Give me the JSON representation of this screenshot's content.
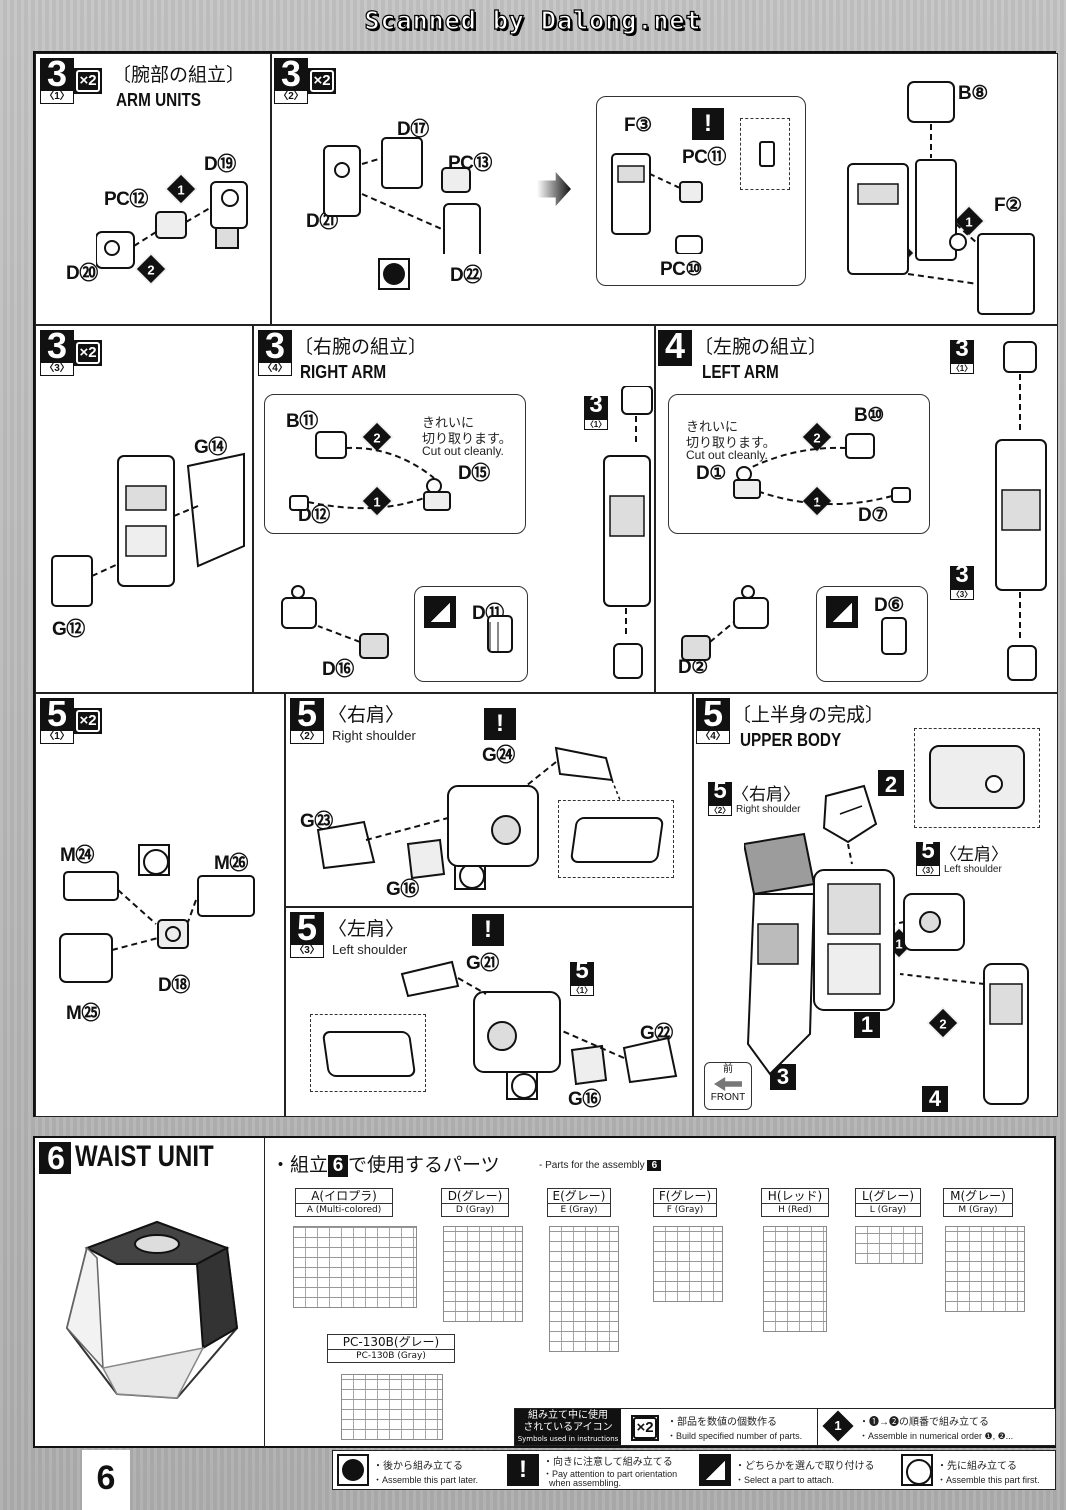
{
  "header": {
    "credit": "Scanned by Dalong.net"
  },
  "steps": {
    "s3_1": {
      "num": "3",
      "sub": "〈1〉",
      "qty": "×2",
      "jp": "〔腕部の組立〕",
      "en": "ARM UNITS",
      "parts": [
        "D⑲",
        "PC⑫",
        "D⑳"
      ]
    },
    "s3_2": {
      "num": "3",
      "sub": "〈2〉",
      "qty": "×2",
      "parts": [
        "D⑰",
        "PC⑬",
        "D㉑",
        "D㉒",
        "F③",
        "PC⑪",
        "PC⑩",
        "B⑧",
        "F②"
      ]
    },
    "s3_3": {
      "num": "3",
      "sub": "〈3〉",
      "qty": "×2",
      "parts": [
        "G⑭",
        "G⑫"
      ]
    },
    "s3_4": {
      "num": "3",
      "sub": "〈4〉",
      "jp": "〔右腕の組立〕",
      "en": "RIGHT ARM",
      "note_jp1": "きれいに",
      "note_jp2": "切り取ります。",
      "note_en": "Cut out cleanly.",
      "parts": [
        "B⑪",
        "D⑮",
        "D⑫",
        "D⑪",
        "D⑯"
      ],
      "ref": {
        "num": "3",
        "sub": "〈1〉"
      }
    },
    "s4": {
      "num": "4",
      "jp": "〔左腕の組立〕",
      "en": "LEFT ARM",
      "note_jp1": "きれいに",
      "note_jp2": "切り取ります。",
      "note_en": "Cut out cleanly.",
      "parts": [
        "B⑩",
        "D①",
        "D⑦",
        "D⑥",
        "D②"
      ],
      "ref1": {
        "num": "3",
        "sub": "〈1〉"
      },
      "ref2": {
        "num": "3",
        "sub": "〈3〉"
      }
    },
    "s5_1": {
      "num": "5",
      "sub": "〈1〉",
      "qty": "×2",
      "parts": [
        "M㉔",
        "M㉖",
        "D⑱",
        "M㉕"
      ]
    },
    "s5_2": {
      "num": "5",
      "sub": "〈2〉",
      "jp": "〈右肩〉",
      "en": "Right shoulder",
      "parts": [
        "G㉔",
        "G㉓",
        "G⑯"
      ]
    },
    "s5_3": {
      "num": "5",
      "sub": "〈3〉",
      "jp": "〈左肩〉",
      "en": "Left shoulder",
      "parts": [
        "G㉑",
        "G㉒",
        "G⑯"
      ],
      "ref": {
        "num": "5",
        "sub": "〈1〉"
      }
    },
    "s5_4": {
      "num": "5",
      "sub": "〈4〉",
      "jp": "〔上半身の完成〕",
      "en": "UPPER BODY",
      "right_ref": {
        "num": "5",
        "sub": "〈2〉",
        "jp": "〈右肩〉",
        "en": "Right shoulder"
      },
      "left_ref": {
        "num": "5",
        "sub": "〈3〉",
        "jp": "〈左肩〉",
        "en": "Left shoulder"
      },
      "callouts": [
        "2",
        "1",
        "3",
        "4"
      ],
      "front_jp": "前",
      "front_en": "FRONT"
    }
  },
  "waist": {
    "num": "6",
    "title": "WAIST UNIT",
    "parts_jp_pre": "・組立",
    "parts_jp_num": "6",
    "parts_jp_post": "で使用するパーツ",
    "parts_en": "- Parts for the assembly",
    "parts_en_num": "6",
    "runners": [
      {
        "jp": "A(イロプラ)",
        "en": "A (Multi-colored)"
      },
      {
        "jp": "D(グレー)",
        "en": "D (Gray)"
      },
      {
        "jp": "E(グレー)",
        "en": "E (Gray)"
      },
      {
        "jp": "F(グレー)",
        "en": "F (Gray)"
      },
      {
        "jp": "H(レッド)",
        "en": "H (Red)"
      },
      {
        "jp": "L(グレー)",
        "en": "L (Gray)"
      },
      {
        "jp": "M(グレー)",
        "en": "M (Gray)"
      },
      {
        "jp": "PC-130B(グレー)",
        "en": "PC-130B (Gray)"
      }
    ]
  },
  "legend": {
    "title_jp1": "組み立て中に使用",
    "title_jp2": "されているアイコン",
    "title_en": "Symbols used in instructions",
    "x2": {
      "icon": "×2",
      "jp": "・部品を数値の個数作る",
      "en": "・Build specified number of parts."
    },
    "order": {
      "jp": "・❶→❷の順番で組み立てる",
      "en": "・Assemble in numerical order ❶, ❷..."
    },
    "later": {
      "jp": "・後から組み立てる",
      "en": "・Assemble this part later."
    },
    "attention": {
      "jp": "・向きに注意して組み立てる",
      "en1": "・Pay attention to part orientation",
      "en2": "when assembling."
    },
    "select": {
      "jp": "・どちらかを選んで取り付ける",
      "en": "・Select a part to attach."
    },
    "first": {
      "jp": "・先に組み立てる",
      "en": "・Assemble this part first."
    }
  },
  "page": {
    "number": "6"
  }
}
